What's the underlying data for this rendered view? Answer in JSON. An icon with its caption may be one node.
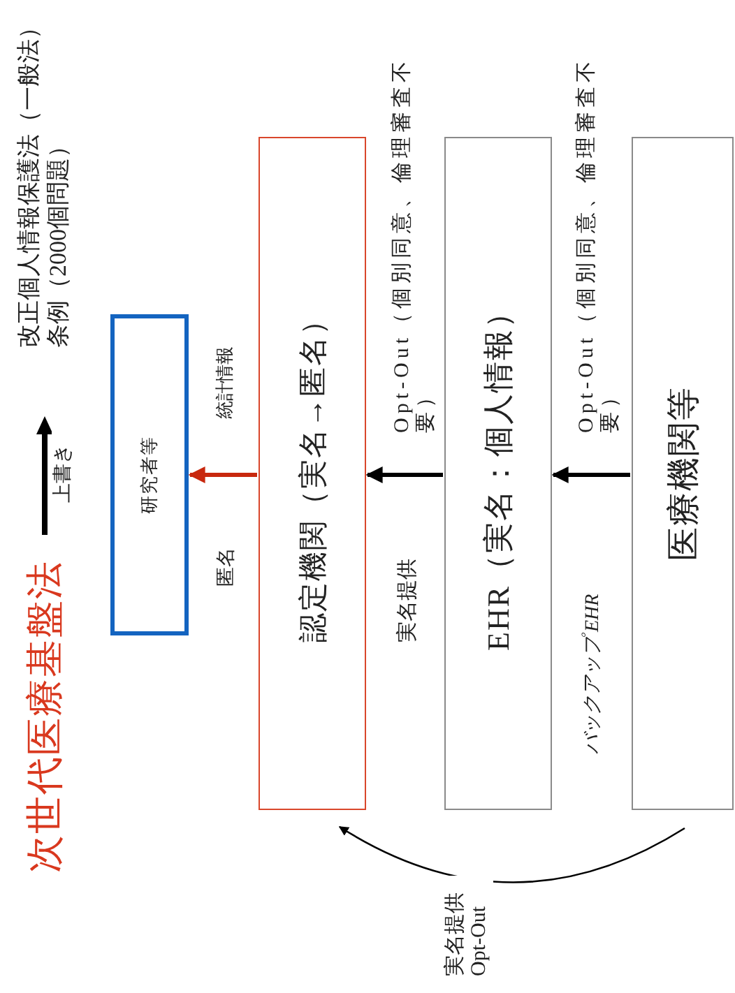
{
  "diagram": {
    "title": "次世代医療基盤法",
    "nodes": [
      {
        "text": [
          "研究者等"
        ]
      },
      {
        "text": [
          "認定機関（実名→匿名）"
        ]
      },
      {
        "text": [
          "EHR（実名：個人情報）"
        ]
      },
      {
        "text": [
          "医療機関等"
        ]
      }
    ],
    "edges": [
      {
        "from": 1,
        "to": 0,
        "arrow": "to",
        "label": "統計情報",
        "color": "#c8280e"
      },
      {
        "from": 2,
        "to": 1,
        "arrow": "to",
        "label": "Opt-Out（個別同意、倫理審査不要）"
      },
      {
        "from": 3,
        "to": 2,
        "arrow": "to",
        "label": "Opt-Out（個別同意、倫理審査不要）"
      },
      {
        "from": 3,
        "to": 1,
        "arrow": "to",
        "label": "実名提供 Opt-Out"
      }
    ],
    "labels": [
      "改正個人情報保護法（一般法）条例（2000個問題）",
      "上書き",
      "匿名",
      "実名提供",
      "バックアップ EHR"
    ]
  }
}
